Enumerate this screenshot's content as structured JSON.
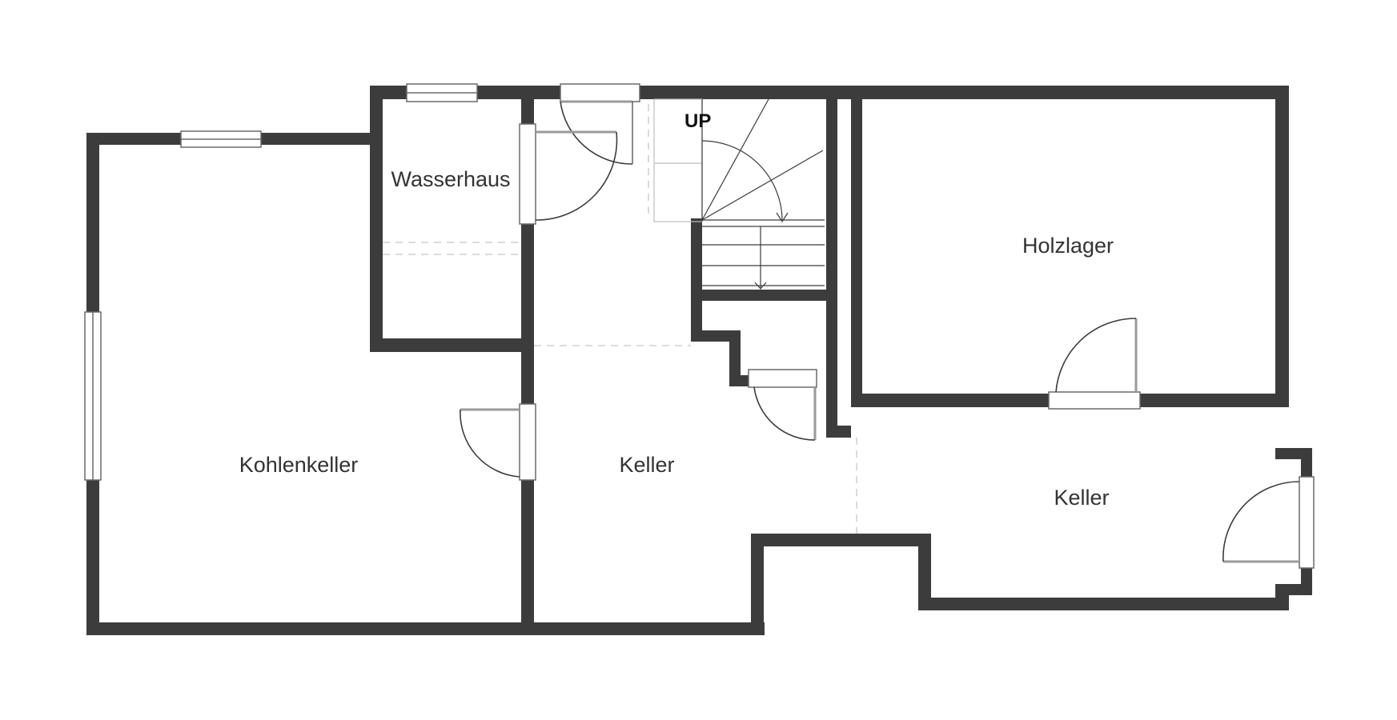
{
  "rooms": {
    "wasserhaus": "Wasserhaus",
    "kohlenkeller": "Kohlenkeller",
    "keller_center": "Keller",
    "holzlager": "Holzlager",
    "keller_right": "Keller"
  },
  "stairs": {
    "up_label": "UP"
  },
  "colors": {
    "wall": "#3c3c3c",
    "background": "#ffffff",
    "label": "#333333"
  }
}
